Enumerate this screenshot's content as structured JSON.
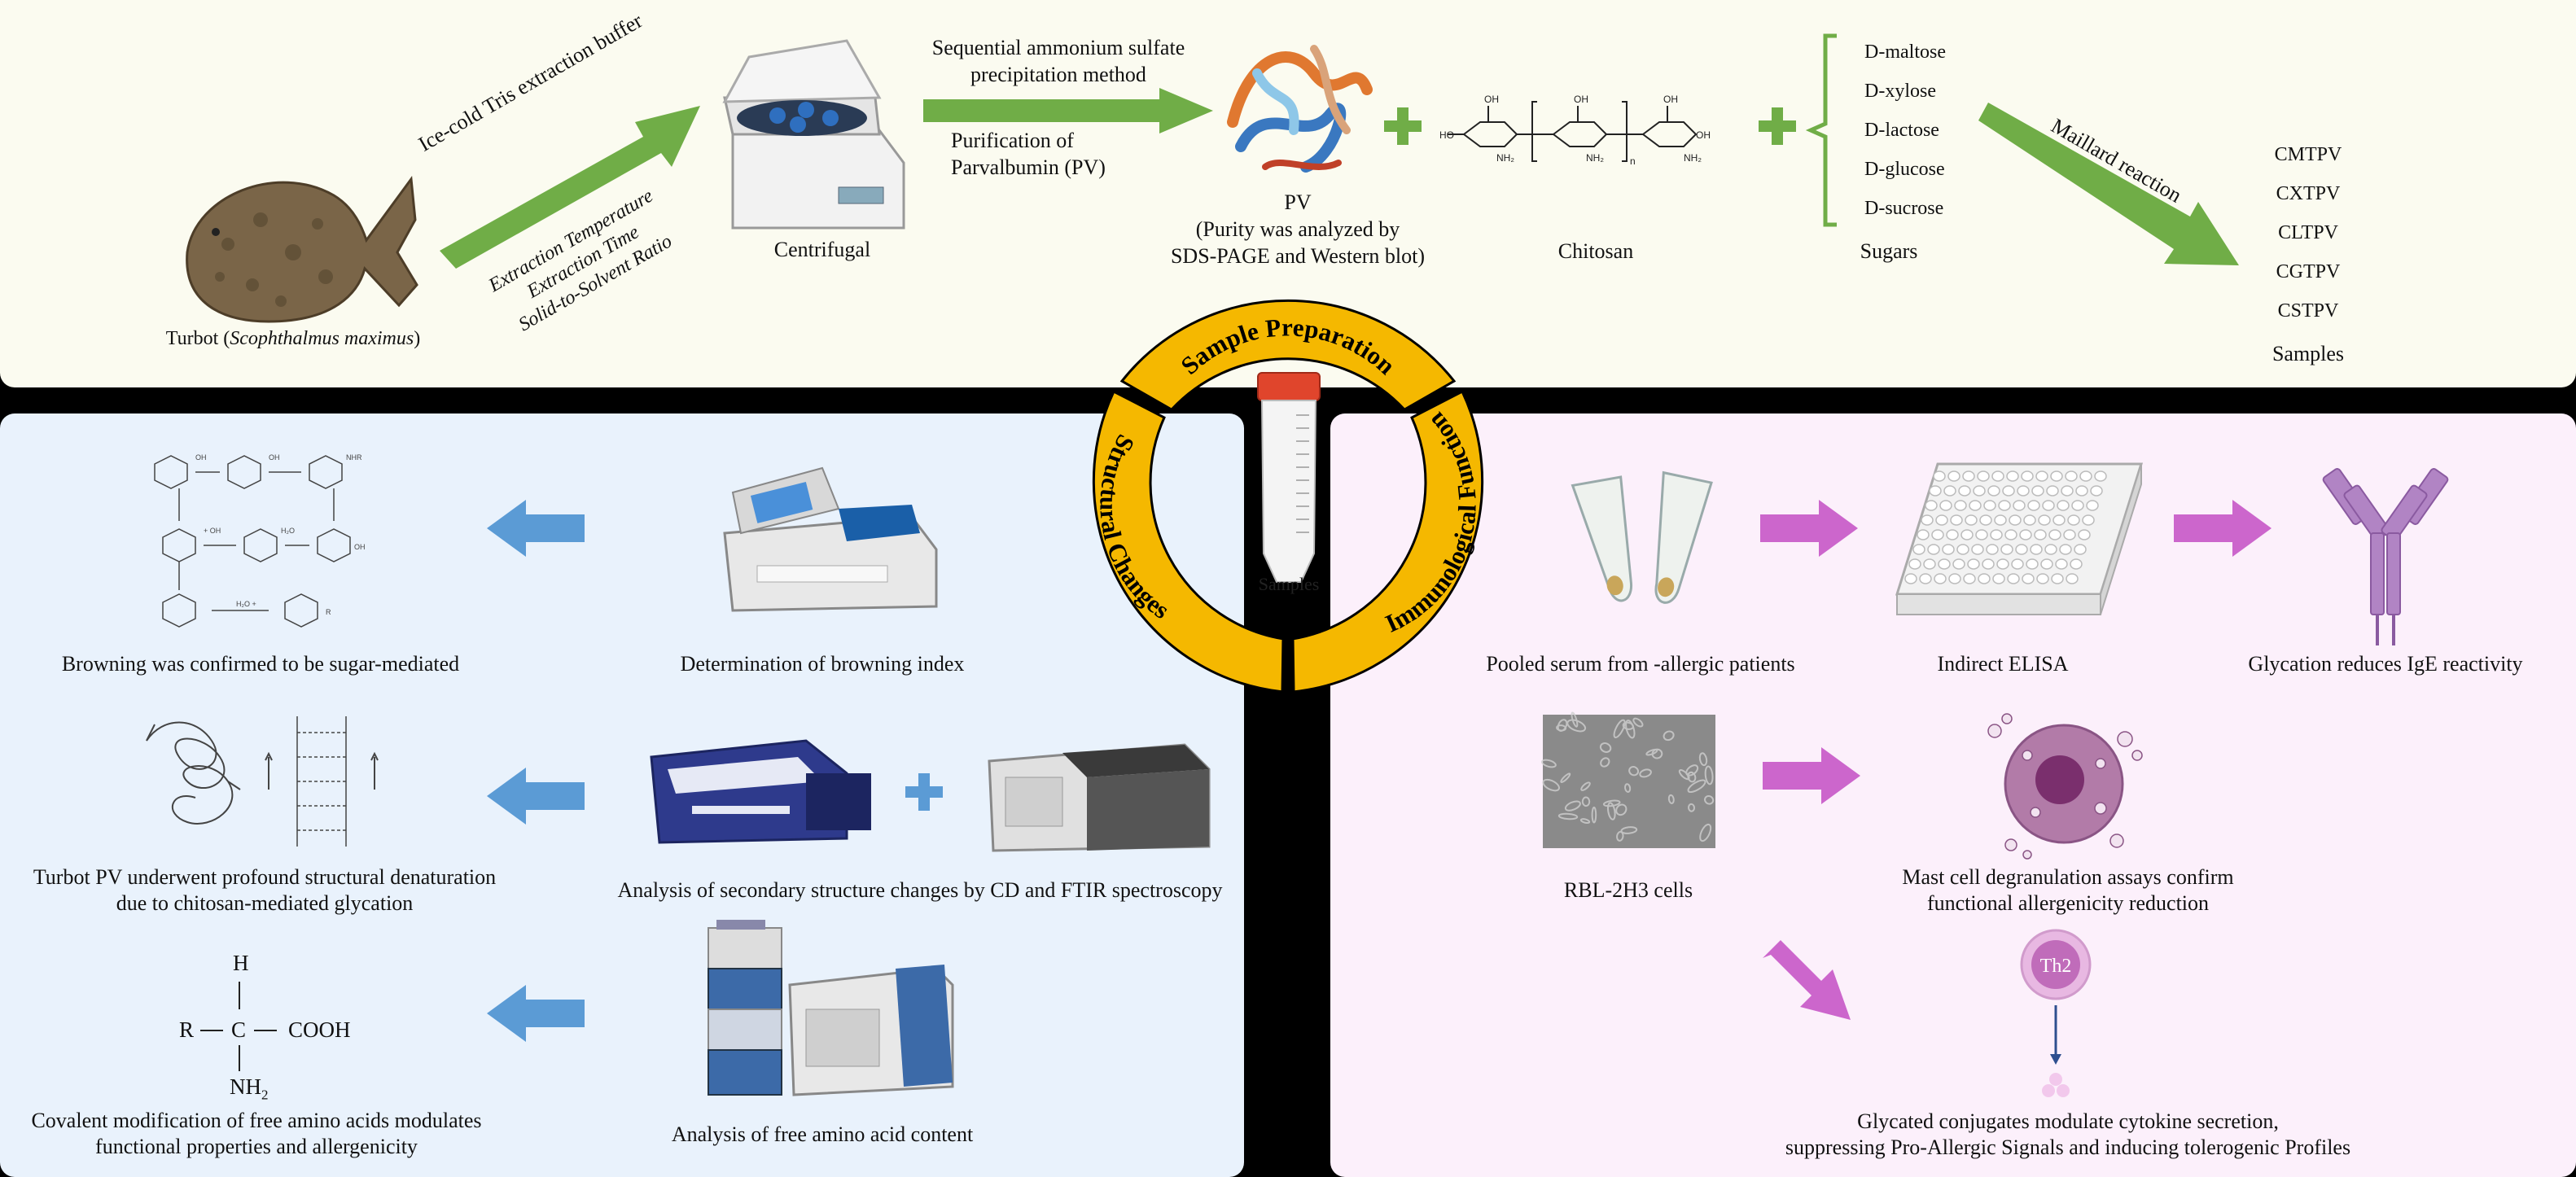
{
  "sample_prep": {
    "fish_label_pre": "Turbot (",
    "fish_label_species": "Scophthalmus maximus",
    "fish_label_post": ")",
    "extraction_buffer": "Ice-cold Tris extraction buffer",
    "extraction_params": [
      "Extraction Temperature",
      "Extraction Time",
      "Solid-to-Solvent Ratio"
    ],
    "centrifugal_label": "Centrifugal",
    "precipitation_line1": "Sequential ammonium sulfate",
    "precipitation_line2": "precipitation method",
    "purification_line1": "Purification of",
    "purification_line2": "Parvalbumin (PV)",
    "pv_title": "PV",
    "pv_line1": "(Purity was analyzed by",
    "pv_line2": "SDS-PAGE and Western blot)",
    "chitosan_label": "Chitosan",
    "chitosan_subscript": "n",
    "sugars": [
      "D-maltose",
      "D-xylose",
      "D-lactose",
      "D-glucose",
      "D-sucrose"
    ],
    "sugars_label": "Sugars",
    "maillard": "Maillard reaction",
    "samples": [
      "CMTPV",
      "CXTPV",
      "CLTPV",
      "CGTPV",
      "CSTPV"
    ],
    "samples_label": "Samples"
  },
  "ring": {
    "top": "Sample Preparation",
    "left": "Structural Changes",
    "right": "Immunological Function",
    "tube_label": "Samples"
  },
  "structural": {
    "browning_result": "Browning was confirmed to be sugar-mediated",
    "browning_method": "Determination of browning index",
    "structure_result_line1": "Turbot PV underwent profound structural denaturation",
    "structure_result_line2": "due to chitosan-mediated glycation",
    "structure_method": "Analysis of secondary structure changes by CD and FTIR spectroscopy",
    "amino_result_line1": "Covalent modification of free amino acids modulates",
    "amino_result_line2": "functional properties and allergenicity",
    "amino_method": "Analysis of free amino acid content",
    "amino_formula": {
      "h": "H",
      "r": "R",
      "c": "C",
      "cooh": "COOH",
      "nh": "NH",
      "sub": "2"
    }
  },
  "immuno": {
    "serum": "Pooled serum from -allergic patients",
    "elisa": "Indirect ELISA",
    "ige": "Glycation reduces IgE reactivity",
    "rbl": "RBL-2H3 cells",
    "mast_line1": "Mast cell degranulation assays confirm",
    "mast_line2": "functional allergenicity reduction",
    "th2": "Th2",
    "cytokine_line1": "Glycated conjugates modulate cytokine secretion,",
    "cytokine_line2": "suppressing Pro-Allergic Signals and inducing tolerogenic Profiles"
  },
  "colors": {
    "green_arrow": "#70ad47",
    "blue_arrow": "#5b9bd5",
    "magenta_arrow": "#cc66cc",
    "ring": "#f5b800",
    "top_bg": "#fbfbf0",
    "left_bg": "#e9f2fc",
    "right_bg": "#fcf0fb"
  }
}
